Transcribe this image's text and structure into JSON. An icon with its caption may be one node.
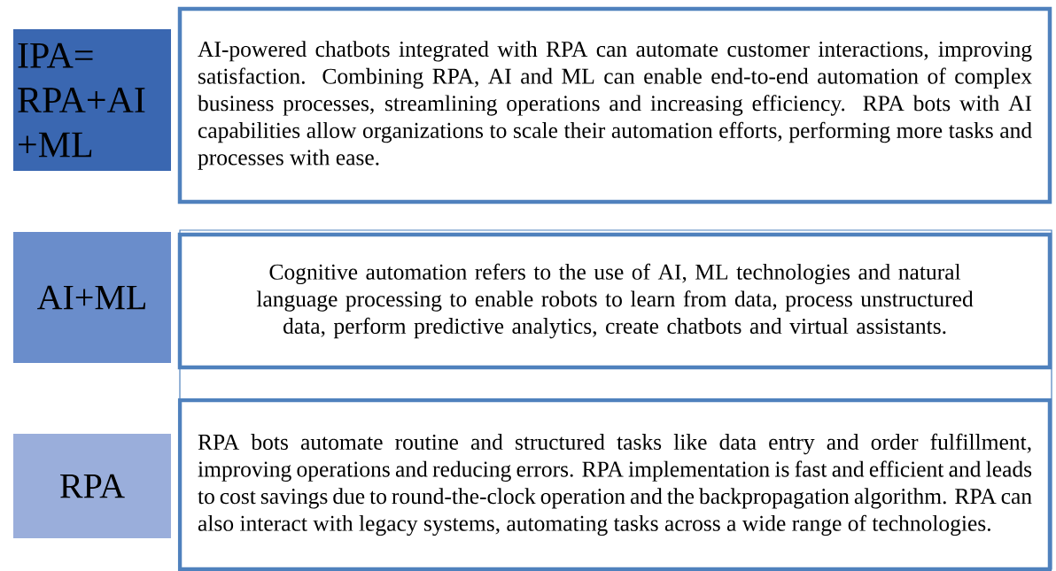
{
  "diagram": {
    "nodes": [
      {
        "text": [
          "IPA= RPA+AI +ML"
        ]
      },
      {
        "text": [
          "AI-powered chatbots integrated with RPA can automate customer interactions, improving satisfaction. Combining RPA, AI and ML can enable end-to-end automation of complex business processes, streamlining operations and increasing efficiency. RPA bots with AI capabilities allow organizations to scale their automation efforts, performing more tasks and processes with ease."
        ]
      },
      {
        "text": [
          "AI+ML"
        ]
      },
      {
        "text": [
          "Cognitive automation refers to the use of AI, ML technologies and natural language processing to enable robots to learn from data, process unstructured data, perform predictive analytics, create chatbots and virtual assistants."
        ]
      },
      {
        "text": [
          "RPA"
        ]
      },
      {
        "text": [
          "RPA bots automate routine and structured tasks like data entry and order fulfillment, improving operations and reducing errors. RPA implementation is fast and efficient and leads to cost savings due to round-the-clock operation and the backpropagation algorithm. RPA can also interact with legacy systems, automating tasks across a wide range of technologies."
        ]
      }
    ]
  }
}
